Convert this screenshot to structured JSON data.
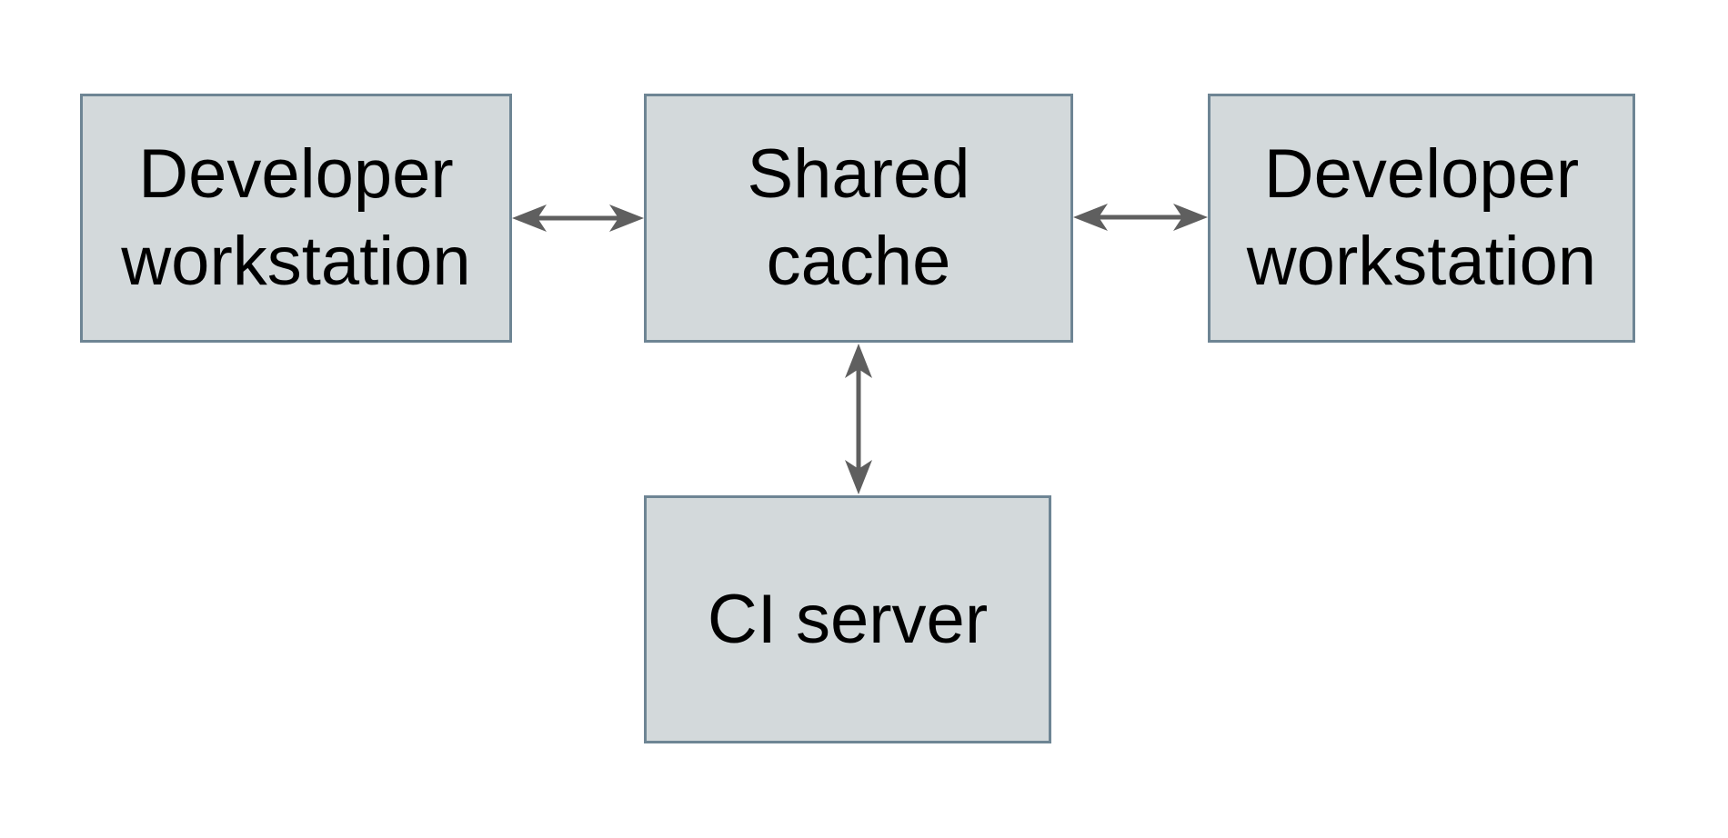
{
  "diagram": {
    "nodes": [
      {
        "id": "developer-workstation-left",
        "label": "Developer workstation"
      },
      {
        "id": "shared-cache",
        "label": "Shared cache"
      },
      {
        "id": "developer-workstation-right",
        "label": "Developer workstation"
      },
      {
        "id": "ci-server",
        "label": "CI server"
      }
    ],
    "edges": [
      {
        "from": "developer-workstation-left",
        "to": "shared-cache",
        "style": "double-headed-arrow"
      },
      {
        "from": "shared-cache",
        "to": "developer-workstation-right",
        "style": "double-headed-arrow"
      },
      {
        "from": "shared-cache",
        "to": "ci-server",
        "style": "double-headed-arrow"
      }
    ],
    "colors": {
      "background": "#ffffff",
      "node_fill": "#d3d9db",
      "node_border": "#6e8594",
      "text": "#000000",
      "arrow": "#5f5f5f"
    }
  }
}
